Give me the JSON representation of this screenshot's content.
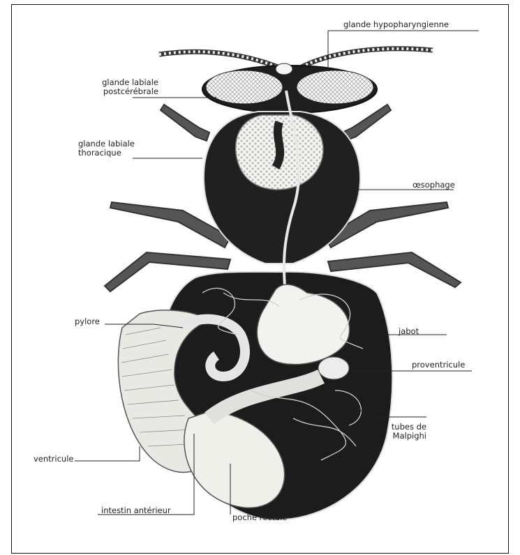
{
  "labels": {
    "glande_hypopharyngienne": "glande hypopharyngienne",
    "glande_labiale_postcerebrale_1": "glande labiale",
    "glande_labiale_postcerebrale_2": "postcérébrale",
    "glande_labiale_thoracique_1": "glande labiale",
    "glande_labiale_thoracique_2": "thoracique",
    "oesophage": "œsophage",
    "pylore": "pylore",
    "jabot": "jabot",
    "proventricule": "proventricule",
    "tubes_de_malpighi_1": "tubes de",
    "tubes_de_malpighi_2": "Malpighi",
    "ventricule": "ventricule",
    "intestin_anterieur": "intestin antérieur",
    "poche_rectale": "poche rectale"
  }
}
